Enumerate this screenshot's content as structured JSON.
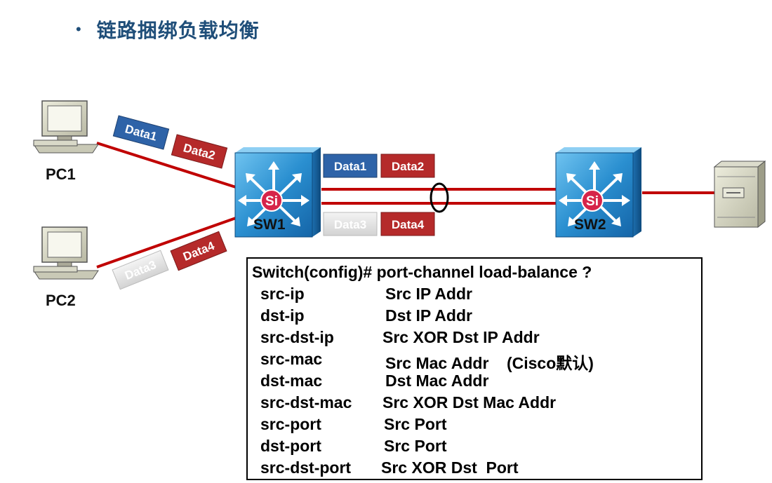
{
  "title": {
    "bullet": "•",
    "text": "链路捆绑负载均衡"
  },
  "nodes": {
    "pc1": "PC1",
    "pc2": "PC2",
    "sw1": "SW1",
    "sw2": "SW2",
    "si": "Si"
  },
  "packets": {
    "pc1_a": "Data1",
    "pc1_b": "Data2",
    "pc2_a": "Data3",
    "pc2_b": "Data4",
    "link1_a": "Data1",
    "link1_b": "Data2",
    "link2_a": "Data3",
    "link2_b": "Data4"
  },
  "colors": {
    "blue": "#2e63a8",
    "red": "#b52a2a",
    "link": "#c00000",
    "gray": "#e4e4e4",
    "title": "#1f4e79",
    "switch": "#2a8fd0"
  },
  "cli": {
    "command": "Switch(config)# port-channel load-balance ?",
    "rows": [
      {
        "option": "src-ip",
        "desc": "Src IP Addr"
      },
      {
        "option": "dst-ip",
        "desc": "Dst IP Addr"
      },
      {
        "option": "src-dst-ip",
        "desc": "Src XOR Dst IP Addr"
      },
      {
        "option": "src-mac",
        "desc": "Src Mac Addr    (Cisco默认)"
      },
      {
        "option": "dst-mac",
        "desc": "Dst Mac Addr"
      },
      {
        "option": "src-dst-mac",
        "desc": "Src XOR Dst Mac Addr"
      },
      {
        "option": "src-port",
        "desc": "Src Port"
      },
      {
        "option": "dst-port",
        "desc": "Src Port"
      },
      {
        "option": "src-dst-port",
        "desc": "Src XOR Dst  Port"
      }
    ]
  }
}
